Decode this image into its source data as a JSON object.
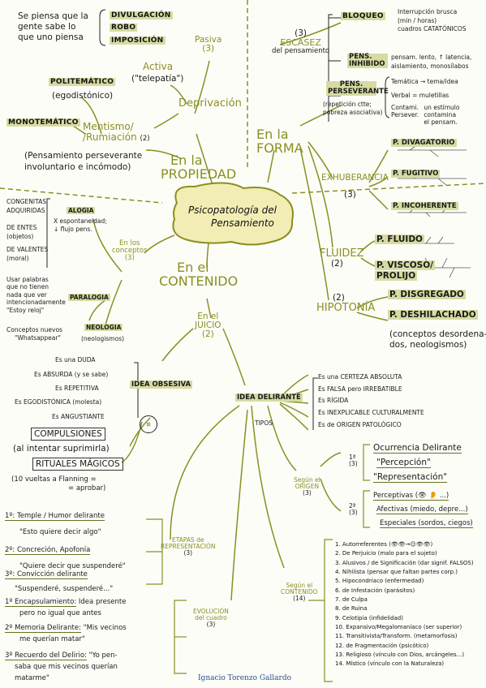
{
  "center": {
    "line1": "Psicopatología del",
    "line2": "Pensamiento"
  },
  "branches": {
    "propiedad": {
      "line1": "En la",
      "line2": "PROPIEDAD"
    },
    "forma": {
      "line1": "En la",
      "line2": "FORMA"
    },
    "contenido": {
      "line1": "En el",
      "line2": "CONTENIDO"
    },
    "conceptos": {
      "line1": "En los",
      "line2": "conceptos",
      "count": "(3)"
    },
    "juicio": {
      "line1": "En el",
      "line2": "JUICIO",
      "count": "(2)"
    }
  },
  "propiedad": {
    "pasiva": {
      "label": "Pasiva",
      "count": "(3)",
      "items": [
        "DIVULGACIÓN",
        "ROBO",
        "IMPOSICIÓN"
      ]
    },
    "pasiva_note": [
      "Se piensa que la",
      "gente sabe lo",
      "que uno piensa"
    ],
    "activa": {
      "label": "Activa",
      "note": "(\"telepatía\")"
    },
    "deprivacion": "Deprivación",
    "mentismo": {
      "label": "Mentismo/",
      "label2": "/Rumiación",
      "count": "(2)"
    },
    "politematico": {
      "label": "POLITEMÁTICO",
      "note": "(egodistónico)"
    },
    "monotematico": {
      "label": "MONOTEMÁTICO"
    },
    "mentismo_note": [
      "(Pensamiento perseverante",
      "involuntario e incómodo)"
    ]
  },
  "forma": {
    "escasez": {
      "count": "(3)",
      "label": "ESCASEZ",
      "sub": "del pensamiento"
    },
    "bloqueo": {
      "label": "BLOQUEO",
      "note": [
        "Interrupción brusca",
        "(min / horas)",
        "cuadros CATATÓNICOS"
      ]
    },
    "inhibido": {
      "label": "PENS. INHIBIDO",
      "note": [
        "pensam. lento, ↑ latencia,",
        "aislamiento, monosílabos"
      ]
    },
    "perseverante": {
      "label": "PENS. PERSEVERANTE",
      "sub": [
        "(repetición ctte;",
        "pobreza asociativa)"
      ],
      "tematica": "Temática",
      "tematica_note": "tema/idea",
      "verbal": "Verbal",
      "verbal_note": "muletillas",
      "contam": [
        "Contami.",
        "Persever."
      ],
      "contam_note": [
        "un estímulo",
        "contamina",
        "el pensam."
      ]
    },
    "exuberancia": {
      "label": "EXHUBERANCIA",
      "count": "(3)",
      "items": [
        "P. DIVAGATORIO",
        "P. FUGITIVO",
        "P. INCOHERENTE"
      ]
    },
    "fluidez": {
      "label": "FLUIDEZ",
      "count": "(2)",
      "items": [
        "P. FLUIDO",
        "P. VISCOSO/",
        "PROLIJO"
      ]
    },
    "hipotonia": {
      "label": "HIPOTONÍA",
      "count": "(2)",
      "items": [
        "P. DISGREGADO",
        "P. DESHILACHADO"
      ],
      "note": [
        "(conceptos desordena-",
        "dos, neologismos)"
      ]
    }
  },
  "conceptos": {
    "alogia": {
      "label": "ALOGIA",
      "left": [
        "CONGENITAS",
        "ADQUIRIDAS"
      ],
      "right": [
        "X espontaneidad;",
        "↓ flujo pens."
      ],
      "left2": [
        "DE ENTES",
        "(objetos)",
        "DE VALENTES",
        "(moral)"
      ]
    },
    "paralogia": {
      "label": "PARALOGIA",
      "note": [
        "Usar palabras",
        "que no tienen",
        "nada que ver",
        "intencionadamente",
        "\"Estoy reloj\""
      ]
    },
    "neologia": {
      "label": "NEOLOGIA",
      "left": [
        "Conceptos nuevos",
        "\"Whatsappear\""
      ],
      "note": "(neologismos)"
    }
  },
  "obsesiva": {
    "label": "IDEA OBSESIVA",
    "items": [
      "Es una DUDA",
      "Es ABSURDA (y se sabe)",
      "Es REPETITIVA",
      "Es EGODISTÓNICA (molesta)",
      "Es ANGUSTIANTE"
    ],
    "compulsiones": "COMPULSIONES",
    "comp_note": "(al intentar suprimirla)",
    "rituales": "RITUALES MÁGICOS",
    "rit_note": [
      "(10 vueltas a Flanning =",
      "= aprobar)"
    ]
  },
  "delirante": {
    "label": "IDEA DELIRANTE",
    "items": [
      "Es una CERTEZA ABSOLUTA",
      "Es FALSA pero IRREBATIBLE",
      "Es RÍGIDA",
      "Es INEXPLICABLE CULTURALMENTE",
      "Es de ORIGEN PATOLÓGICO"
    ],
    "tipos": "TIPOS",
    "origen": {
      "label": "Según el",
      "label2": "ORIGEN",
      "count": "(3)"
    },
    "primaria": {
      "num": "1ª",
      "count": "(3)",
      "items": [
        "Ocurrencia Delirante",
        "\"Percepción\"",
        "\"Representación\""
      ]
    },
    "secundaria": {
      "num": "2ª",
      "count": "(3)",
      "items": [
        "Perceptivas (👁 👂 ...)",
        "Afectivas (miedo, depre...)",
        "Especiales (sordos, ciegos)"
      ]
    },
    "contenido": {
      "label": "Según el",
      "label2": "CONTENIDO",
      "count": "(14)"
    },
    "lista": [
      "1. Autorreferentes (👁👁→☺👁👁)",
      "2. De Perjuicio (malo para el sujeto)",
      "3. Alusivos / de Significación (dar signif. FALSOS)",
      "4. Nihilista (pensar que faltan partes corp.)",
      "5. Hipocondríaco (enfermedad)",
      "6. de Infestación (parásitos)",
      "7. de Culpa",
      "8. de Ruina",
      "9. Celotipia (infidelidad)",
      "10. Expansivo/Megalomaníaco (ser superior)",
      "11. Transitivista/Transform. (metamorfosis)",
      "12. de Fragmentación (psicótico)",
      "13. Religioso (vínculo con Dios, arcángeles...)",
      "14. Místico (vínculo con la Naturaleza)"
    ]
  },
  "etapas": {
    "label": [
      "ETAPAS de",
      "REPRESENTACIÓN"
    ],
    "count": "(3)",
    "items": [
      {
        "title": "1º: Temple / Humor delirante",
        "quote": "\"Esto quiere decir algo\""
      },
      {
        "title": "2º: Concreción, Apofonía",
        "quote": "\"Quiere decir que suspenderé\""
      },
      {
        "title": "3º: Convicción delirante",
        "quote": "\"Suspenderé, suspenderé...\""
      }
    ]
  },
  "evolucion": {
    "label": [
      "EVOLUCIÓN",
      "del cuadro"
    ],
    "count": "(3)",
    "items": [
      {
        "title": "1º Encapsulamiento:",
        "text": [
          "Idea presente",
          "pero no igual que antes"
        ]
      },
      {
        "title": "2º Memoria Delirante:",
        "text": [
          "\"Mis vecinos",
          "me querían matar\""
        ]
      },
      {
        "title": "3º Recuerdo del Delirio:",
        "text": [
          "\"Yo pen-",
          "saba que mis vecinos querían",
          "matarme\""
        ]
      }
    ]
  },
  "footer": "Ignacio Torenzo Gallardo",
  "colors": {
    "accent": "#8a8f22",
    "highlight": "#d7dba2",
    "center_blob": "#f2edb4"
  }
}
